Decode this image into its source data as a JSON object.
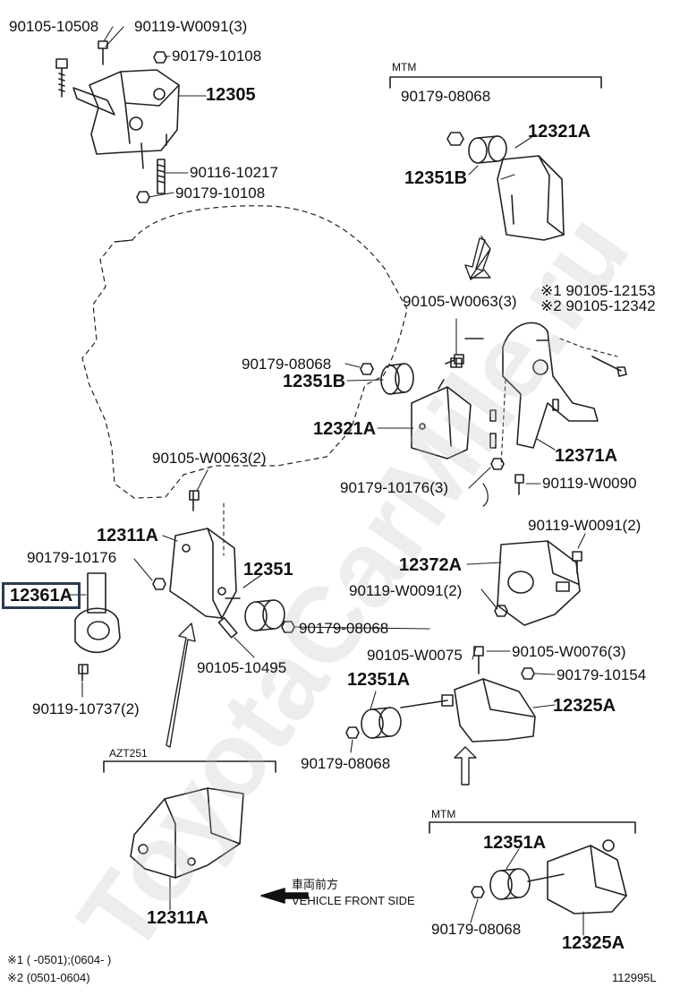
{
  "diagram": {
    "watermark": "ToyotaCarMile.ru",
    "figure_code": "112995L",
    "groups": {
      "mtm_top": "MTM",
      "azt251": "AZT251",
      "mtm_bottom": "MTM"
    },
    "direction": {
      "japanese": "車両前方",
      "english": "VEHICLE FRONT SIDE"
    },
    "notes": [
      "※1 (    -0501);(0604-    )",
      "※2 (0501-0604)"
    ],
    "parts": {
      "p90105_10508": "90105-10508",
      "p90119_W0091_3": "90119-W0091(3)",
      "p90179_10108_a": "90179-10108",
      "p12305": "12305",
      "p90116_10217": "90116-10217",
      "p90179_10108_b": "90179-10108",
      "p90179_08068_a": "90179-08068",
      "p12321A_a": "12321A",
      "p12351B_a": "12351B",
      "p90105_12153": "※1 90105-12153",
      "p90105_12342": "※2 90105-12342",
      "p90105_W0063_3": "90105-W0063(3)",
      "p90179_08068_b": "90179-08068",
      "p12351B_b": "12351B",
      "p12321A_b": "12321A",
      "p12371A": "12371A",
      "p90105_W0063_2": "90105-W0063(2)",
      "p90179_10176_3": "90179-10176(3)",
      "p90119_W0090": "90119-W0090",
      "p12311A_a": "12311A",
      "p90179_10176": "90179-10176",
      "p12361A": "12361A",
      "p12351": "12351",
      "p90119_W0091_2a": "90119-W0091(2)",
      "p12372A": "12372A",
      "p90119_W0091_2b": "90119-W0091(2)",
      "p90179_08068_c": "90179-08068",
      "p90105_10495": "90105-10495",
      "p90105_W0075": "90105-W0075",
      "p90105_W0076_3": "90105-W0076(3)",
      "p12351A_a": "12351A",
      "p90179_10154": "90179-10154",
      "p12325A_a": "12325A",
      "p90119_10737_2": "90119-10737(2)",
      "p90179_08068_d": "90179-08068",
      "p12311A_b": "12311A",
      "p12351A_b": "12351A",
      "p90179_08068_e": "90179-08068",
      "p12325A_b": "12325A"
    }
  }
}
